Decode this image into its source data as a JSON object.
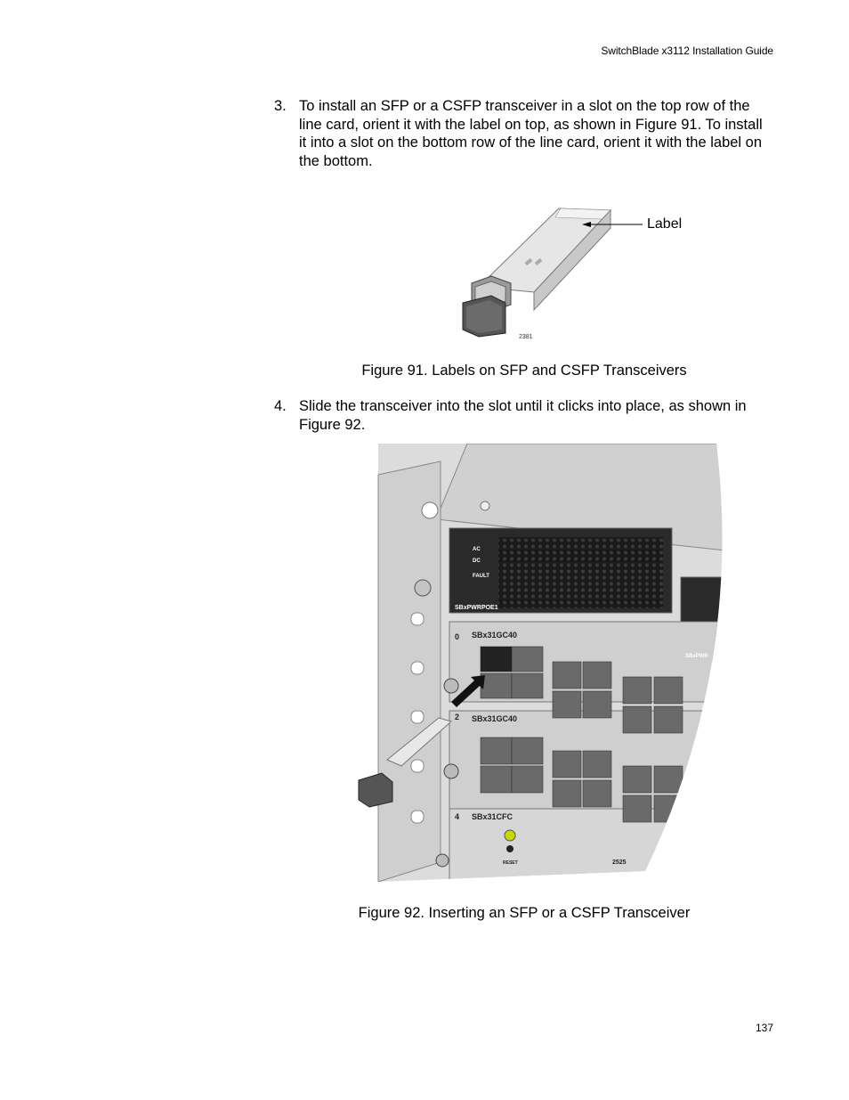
{
  "header": {
    "title": "SwitchBlade x3112 Installation Guide"
  },
  "steps": [
    {
      "number": "3.",
      "text": "To install an SFP or a CSFP transceiver in a slot on the top row of the line card, orient it with the label on top, as shown in Figure 91. To install it into a slot on the bottom row of the line card, orient it with the label on the bottom."
    },
    {
      "number": "4.",
      "text": "Slide the transceiver into the slot until it clicks into place, as shown in Figure 92."
    }
  ],
  "figure91": {
    "callout_label": "Label",
    "drawing_id": "2381",
    "caption": "Figure 91. Labels on SFP and CSFP Transceivers"
  },
  "figure92": {
    "drawing_id": "2525",
    "psu_labels": [
      "AC",
      "DC",
      "FAULT"
    ],
    "psu_model": "SBxPWRPOE1",
    "psu_model_partial": "SBxPWR",
    "slot_numbers": [
      "0",
      "2",
      "4"
    ],
    "line_card_model": "SBx31GC40",
    "controller_model": "SBx31CFC",
    "controller_button": "RESET",
    "caption": "Figure 92. Inserting an SFP or a CSFP Transceiver"
  },
  "page_number": "137"
}
